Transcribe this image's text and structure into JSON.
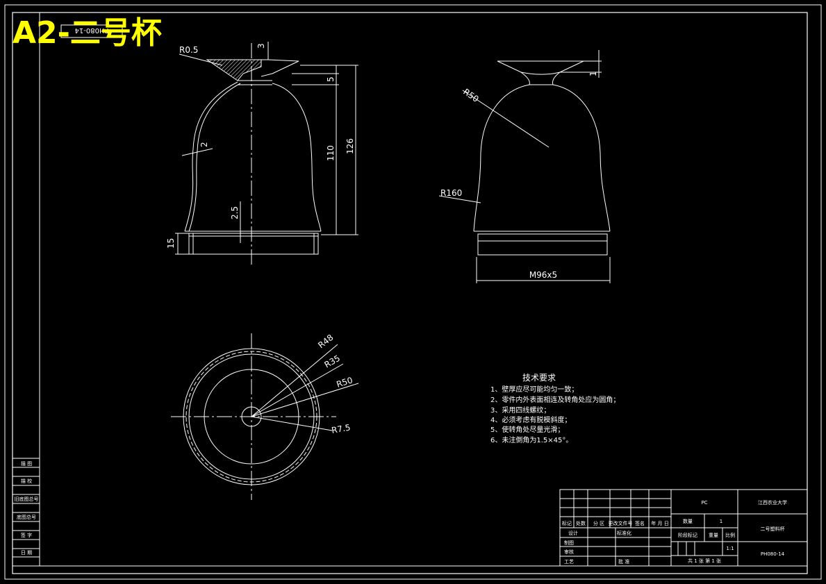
{
  "sheet": {
    "title": "A2-二号杯",
    "stamp": "PH080-14"
  },
  "dimensions": {
    "fillet_r05": "R0.5",
    "d3": "3",
    "d5": "5",
    "d2": "2",
    "d25": "2.5",
    "d110": "110",
    "d126": "126",
    "d15": "15",
    "d1": "1",
    "r50_side": "R50",
    "r160": "R160",
    "thread": "M96x5",
    "r48": "R48",
    "r35": "R35",
    "r50_top": "R50",
    "r75": "R7.5"
  },
  "tech": {
    "title": "技术要求",
    "items": [
      "1、壁厚应尽可能均匀一致；",
      "2、零件内外表面相连及转角处应为圆角；",
      "3、采用四线螺纹；",
      "4、必须考虑有脱模斜度；",
      "5、使转角处尽量光滑；",
      "6、未注倒角为1.5×45°。"
    ]
  },
  "left_panel": [
    "描 图",
    "描 校",
    "旧底图总号",
    "底图总号",
    "签 字",
    "日 期"
  ],
  "titleblock": {
    "material": "PC",
    "school": "江西农业大学",
    "part": "二号塑料杯",
    "code": "PH080-14",
    "h_mark": "标记",
    "h_count": "处数",
    "h_zone": "分 区",
    "h_doc": "更改文件号",
    "h_sign": "签名",
    "h_date": "年 月 日",
    "r_design": "设计",
    "r_std": "标准化",
    "r_draw": "制图",
    "r_check": "审核",
    "r_proc": "工艺",
    "r_approve": "批 准",
    "qty_label": "数量",
    "qty": "1",
    "stage_label": "阶段标记",
    "weight_label": "重量",
    "scale_label": "比例",
    "scale": "1:1",
    "sheets": "共 1 张  第 1 张"
  }
}
